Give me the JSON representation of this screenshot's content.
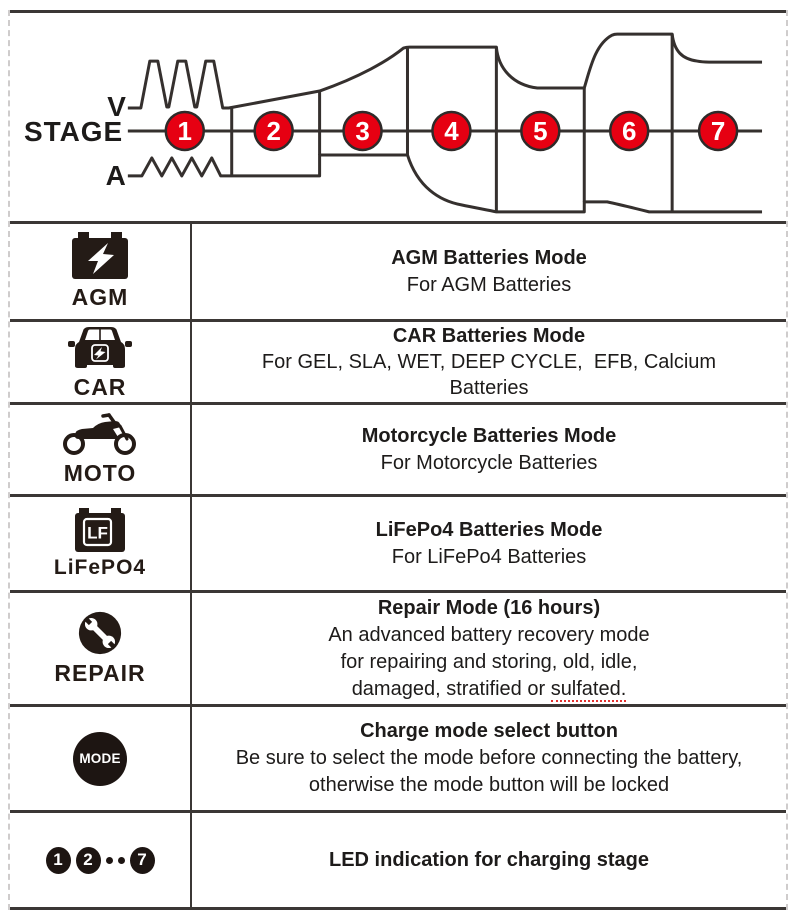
{
  "diagram": {
    "v_label": "V",
    "stage_label": "STAGE",
    "a_label": "A",
    "stages": [
      "1",
      "2",
      "3",
      "4",
      "5",
      "6",
      "7"
    ],
    "stage_red": "#e60012",
    "line_color": "#35302e"
  },
  "rows": {
    "agm": {
      "icon": "agm-battery-bolt-icon",
      "label": "AGM",
      "title": "AGM Batteries Mode",
      "line1": "For AGM Batteries"
    },
    "car": {
      "icon": "car-icon",
      "label": "CAR",
      "title": "CAR Batteries Mode",
      "line1": "For GEL, SLA, WET, DEEP CYCLE,  EFB, Calcium",
      "line2": "Batteries"
    },
    "moto": {
      "icon": "motorcycle-icon",
      "label": "MOTO",
      "title": "Motorcycle Batteries Mode",
      "line1": "For Motorcycle Batteries"
    },
    "lifepo4": {
      "icon": "lifepo4-battery-icon",
      "label": "LiFePO4",
      "icon_text": "LF",
      "title": "LiFePo4 Batteries Mode",
      "line1": "For LiFePo4 Batteries"
    },
    "repair": {
      "icon": "repair-wrench-icon",
      "label": "REPAIR",
      "title": "Repair Mode (16 hours)",
      "line1": "An advanced battery recovery mode",
      "line2": "for repairing and storing, old, idle,",
      "line3_pre": "damaged, stratified or ",
      "line3_underlined": "sulfated."
    },
    "mode": {
      "icon": "mode-button-icon",
      "button_text": "MODE",
      "title": "Charge mode select button",
      "line1": "Be sure to select the mode before connecting the battery,",
      "line2": "otherwise the mode button will be locked"
    },
    "led": {
      "icon": "led-stage-indicators",
      "badge1": "1",
      "badge2": "2",
      "badge3": "7",
      "title": "LED indication for charging stage"
    }
  }
}
